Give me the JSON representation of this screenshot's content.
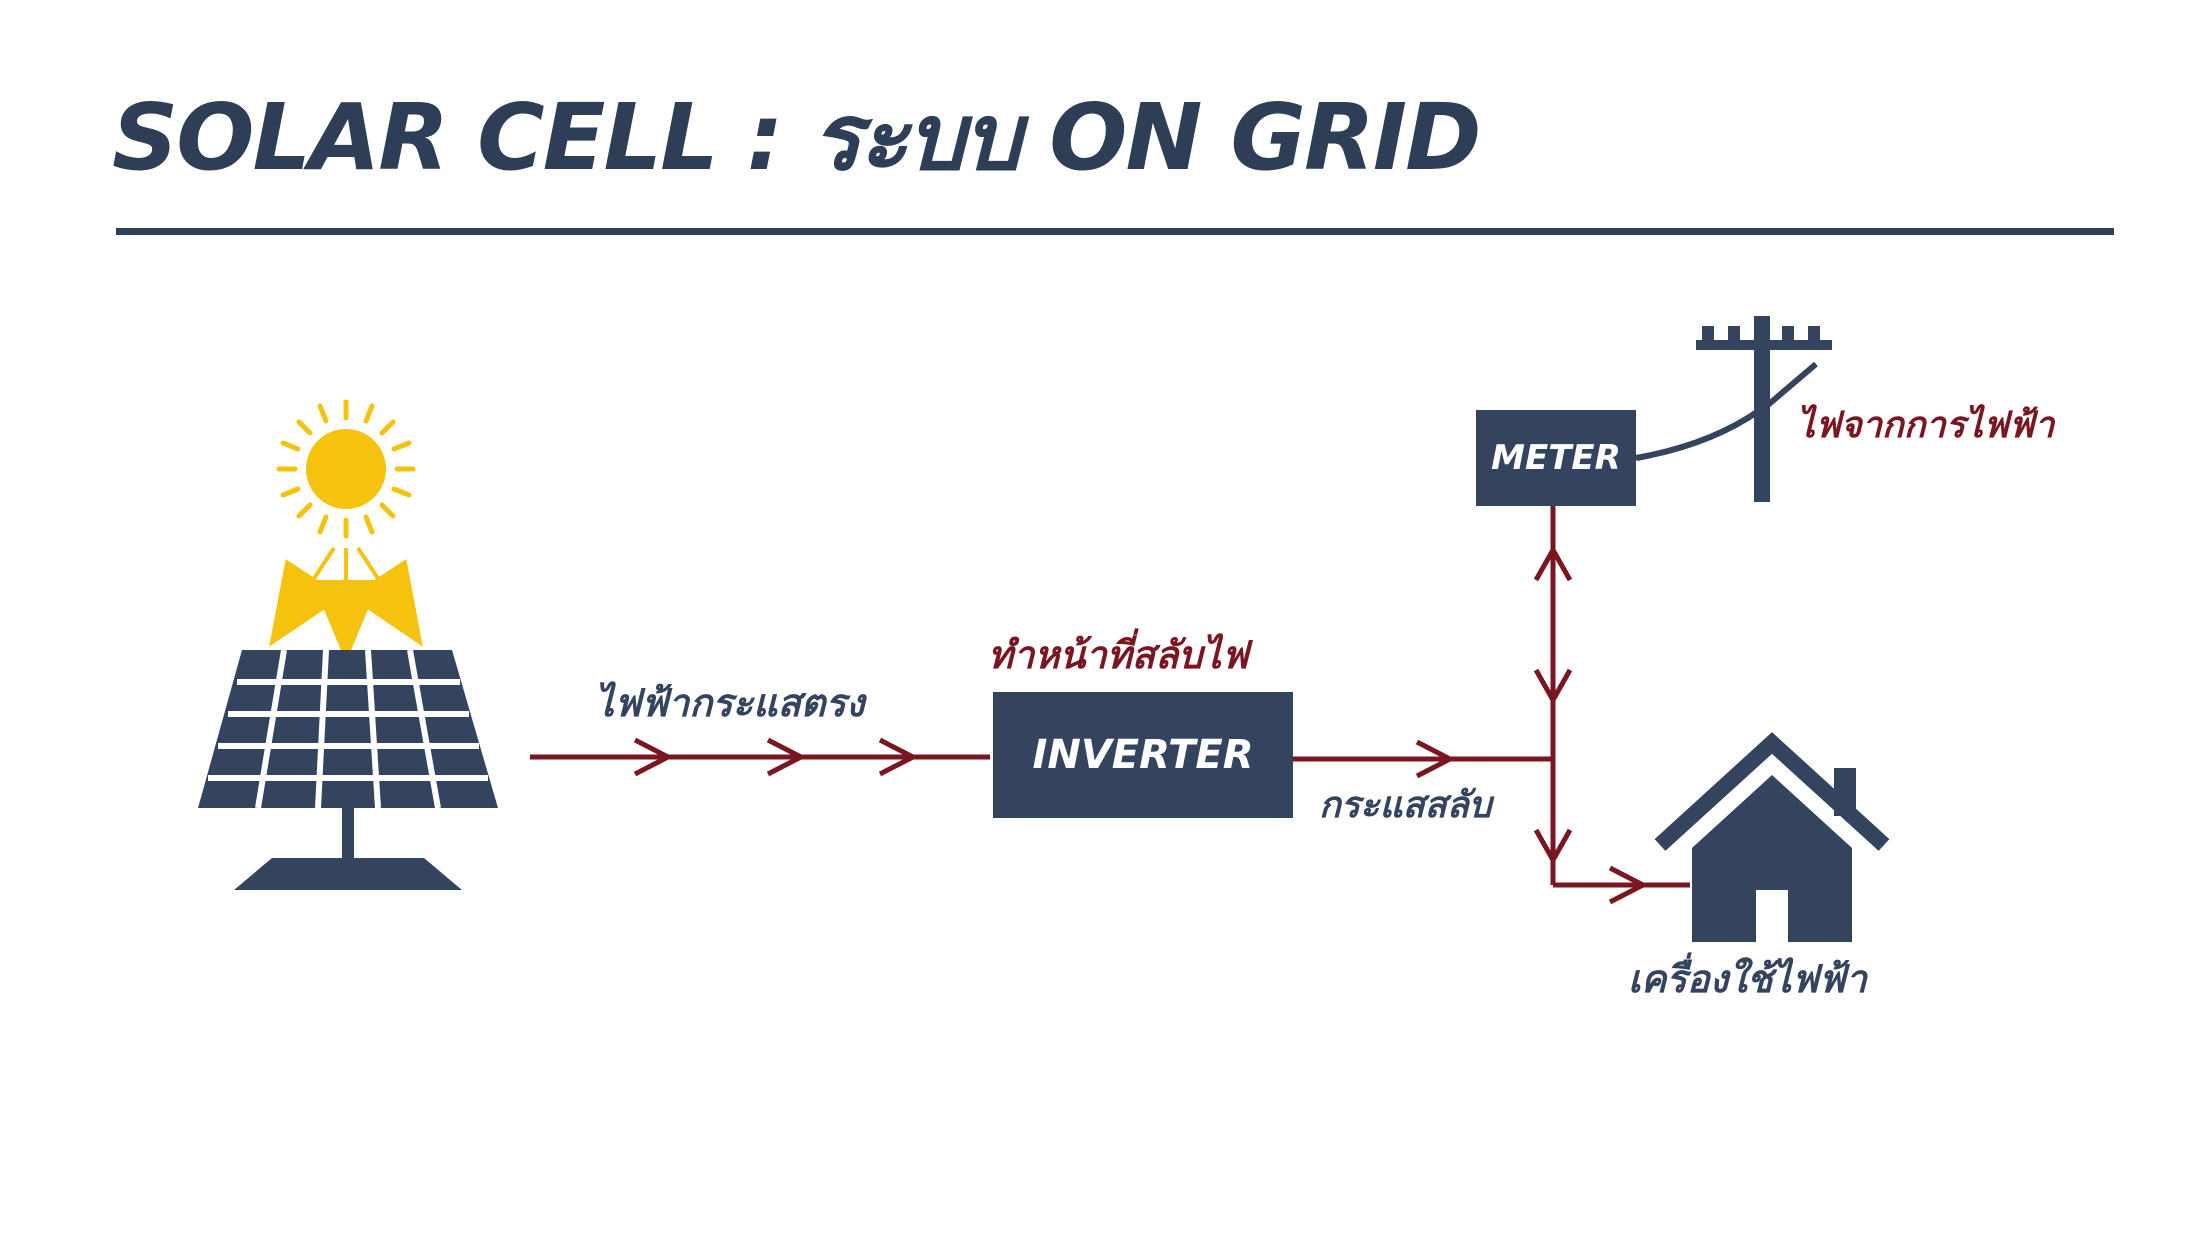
{
  "title": "SOLAR CELL : ระบบ ON GRID",
  "boxes": {
    "inverter": "INVERTER",
    "meter": "METER"
  },
  "labels": {
    "dc_current": "ไฟฟ้ากระแสตรง",
    "inverter_role": "ทำหน้าที่สลับไฟ",
    "ac_current": "กระแสสลับ",
    "grid_power": "ไฟจากการไฟฟ้า",
    "appliances": "เครื่องใช้ไฟฟ้า"
  },
  "colors": {
    "navy": "#34445f",
    "title": "#2e3e57",
    "flow": "#7a1622",
    "sun": "#f5c20d"
  },
  "icons": [
    "sun-icon",
    "solar-panel-icon",
    "power-pole-icon",
    "house-icon"
  ]
}
